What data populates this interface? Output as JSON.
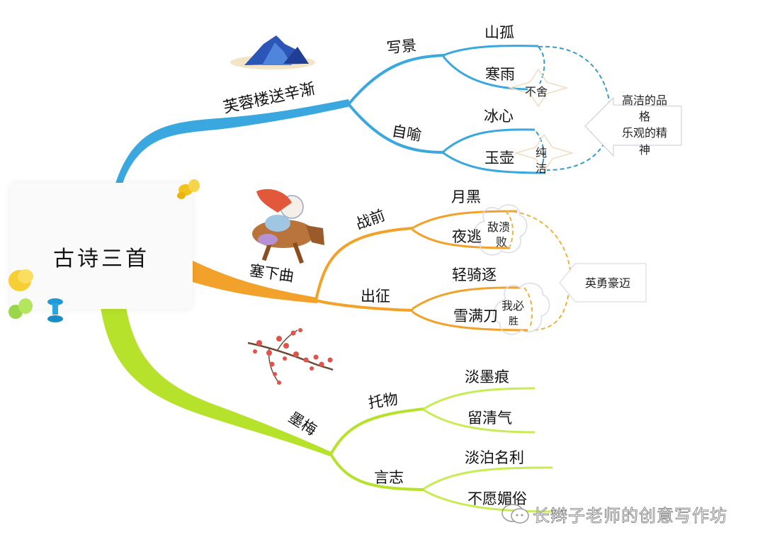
{
  "title": "古诗三首",
  "colors": {
    "branch1": "#3aa8de",
    "branch2": "#f2a22a",
    "branch3": "#b6e22c",
    "card_bg": "#fafafa",
    "text": "#111111"
  },
  "branches": [
    {
      "label": "芙蓉楼送辛渐",
      "color": "#3aa8de",
      "illustration": "mountain-landscape-icon",
      "children": [
        {
          "label": "写景",
          "children": [
            {
              "label": "山孤"
            },
            {
              "label": "寒雨"
            }
          ],
          "callout": "不舍"
        },
        {
          "label": "自喻",
          "children": [
            {
              "label": "冰心"
            },
            {
              "label": "玉壶"
            }
          ],
          "callout": "纯洁"
        }
      ],
      "summary": [
        "高洁的品",
        "格",
        "乐观的精",
        "神"
      ]
    },
    {
      "label": "塞下曲",
      "color": "#f2a22a",
      "illustration": "horse-rider-icon",
      "children": [
        {
          "label": "战前",
          "children": [
            {
              "label": "月黑"
            },
            {
              "label": "夜逃"
            }
          ],
          "callout": [
            "敌溃",
            "败"
          ]
        },
        {
          "label": "出征",
          "children": [
            {
              "label": "轻骑逐"
            },
            {
              "label": "雪满刀"
            }
          ],
          "callout": [
            "我必",
            "胜"
          ]
        }
      ],
      "summary": [
        "英勇豪迈"
      ]
    },
    {
      "label": "墨梅",
      "color": "#b6e22c",
      "illustration": "plum-blossom-icon",
      "children": [
        {
          "label": "托物",
          "children": [
            {
              "label": "淡墨痕"
            },
            {
              "label": "留清气"
            }
          ]
        },
        {
          "label": "言志",
          "children": [
            {
              "label": "淡泊名利"
            },
            {
              "label": "不愿媚俗"
            }
          ]
        }
      ]
    }
  ],
  "callouts": {
    "b1_c1": "不舍",
    "b1_c2_l1": "纯",
    "b1_c2_l2": "洁",
    "b2_c1_l1": "敌溃",
    "b2_c1_l2": "败",
    "b2_c2_l1": "我必",
    "b2_c2_l2": "胜"
  },
  "summaries": {
    "b1_l1": "高洁的品",
    "b1_l2": "格",
    "b1_l3": "乐观的精",
    "b1_l4": "神",
    "b2": "英勇豪迈"
  },
  "watermark": "长辫子老师的创意写作坊"
}
